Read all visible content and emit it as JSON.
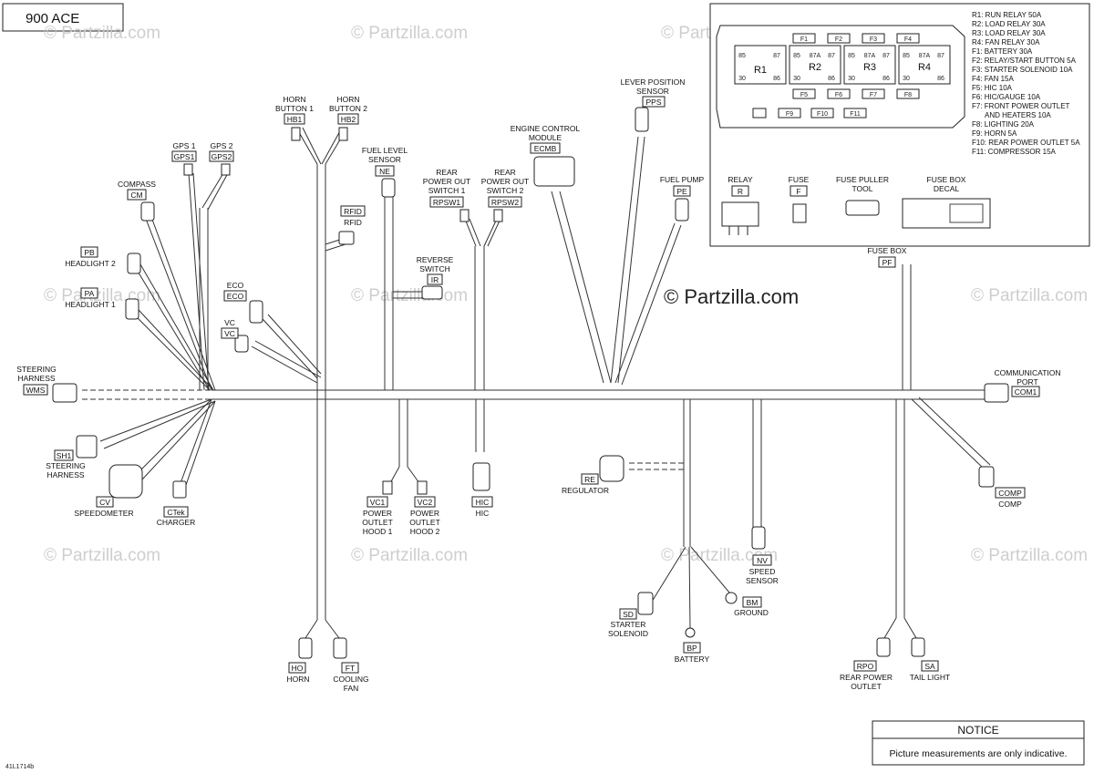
{
  "page": {
    "title": "900 ACE",
    "figure_ref": "41L1714b",
    "watermark": "© Partzilla.com",
    "copyright": "© Partzilla.com"
  },
  "fuse_box": {
    "relays": [
      "R1",
      "R2",
      "R3",
      "R4"
    ],
    "fuses_top": [
      "F1",
      "F2",
      "F3",
      "F4"
    ],
    "fuses_mid": [
      "F5",
      "F6",
      "F7",
      "F8"
    ],
    "fuses_bottom": [
      "F9",
      "F10",
      "F11"
    ],
    "pin_85": "85",
    "pin_87a": "87A",
    "pin_87": "87",
    "pin_30": "30",
    "pin_86": "86",
    "legend": [
      "R1: RUN RELAY 50A",
      "R2: LOAD RELAY 30A",
      "R3: LOAD RELAY 30A",
      "R4: FAN RELAY 30A",
      "F1: BATTERY 30A",
      "F2: RELAY/START BUTTON 5A",
      "F3: STARTER SOLENOID 10A",
      "F4: FAN 15A",
      "F5: HIC 10A",
      "F6: HIC/GAUGE 10A",
      "F7: FRONT POWER OUTLET",
      "AND HEATERS 10A",
      "F8: LIGHTING 20A",
      "F9: HORN 5A",
      "F10: REAR POWER OUTLET 5A",
      "F11: COMPRESSOR 15A"
    ],
    "parts": [
      {
        "label": "RELAY",
        "code": "R"
      },
      {
        "label": "FUSE",
        "code": "F"
      },
      {
        "label1": "FUSE PULLER",
        "label2": "TOOL"
      },
      {
        "label1": "FUSE BOX",
        "label2": "DECAL"
      }
    ]
  },
  "connectors": {
    "hb1": {
      "l1": "HORN",
      "l2": "BUTTON 1",
      "code": "HB1"
    },
    "hb2": {
      "l1": "HORN",
      "l2": "BUTTON 2",
      "code": "HB2"
    },
    "gps1": {
      "l1": "GPS 1",
      "code": "GPS1"
    },
    "gps2": {
      "l1": "GPS 2",
      "code": "GPS2"
    },
    "cm": {
      "l1": "COMPASS",
      "code": "CM"
    },
    "pb": {
      "code": "PB",
      "l1": "HEADLIGHT 2"
    },
    "pa": {
      "code": "PA",
      "l1": "HEADLIGHT 1"
    },
    "eco": {
      "l1": "ECO",
      "code": "ECO"
    },
    "vc": {
      "l1": "VC",
      "code": "VC"
    },
    "ne": {
      "l1": "FUEL LEVEL",
      "l2": "SENSOR",
      "code": "NE"
    },
    "rfid": {
      "code": "RFID",
      "l1": "RFID"
    },
    "rpsw1": {
      "l1": "REAR",
      "l2": "POWER OUT",
      "l3": "SWITCH 1",
      "code": "RPSW1"
    },
    "rpsw2": {
      "l1": "REAR",
      "l2": "POWER OUT",
      "l3": "SWITCH 2",
      "code": "RPSW2"
    },
    "ir": {
      "l1": "REVERSE",
      "l2": "SWITCH",
      "code": "IR"
    },
    "ecmb": {
      "l1": "ENGINE CONTROL",
      "l2": "MODULE",
      "code": "ECMB"
    },
    "pps": {
      "l1": "LEVER POSITION",
      "l2": "SENSOR",
      "code": "PPS"
    },
    "pe": {
      "l1": "FUEL PUMP",
      "code": "PE"
    },
    "pf": {
      "l1": "FUSE BOX",
      "code": "PF"
    },
    "wms": {
      "l1": "STEERING",
      "l2": "HARNESS",
      "code": "WMS"
    },
    "com1": {
      "l1": "COMMUNICATION",
      "l2": "PORT",
      "code": "COM1"
    },
    "sh1": {
      "code": "SH1",
      "l1": "STEERING",
      "l2": "HARNESS"
    },
    "cv": {
      "code": "CV",
      "l1": "SPEEDOMETER"
    },
    "ctek": {
      "code": "CTek",
      "l1": "CHARGER"
    },
    "vc1": {
      "code": "VC1",
      "l1": "POWER",
      "l2": "OUTLET",
      "l3": "HOOD 1"
    },
    "vc2": {
      "code": "VC2",
      "l1": "POWER",
      "l2": "OUTLET",
      "l3": "HOOD 2"
    },
    "hic": {
      "code": "HIC",
      "l1": "HIC"
    },
    "re": {
      "code": "RE",
      "l1": "REGULATOR"
    },
    "nv": {
      "code": "NV",
      "l1": "SPEED",
      "l2": "SENSOR"
    },
    "sd": {
      "code": "SD",
      "l1": "STARTER",
      "l2": "SOLENOID"
    },
    "bm": {
      "code": "BM",
      "l1": "GROUND"
    },
    "bp": {
      "code": "BP",
      "l1": "BATTERY"
    },
    "comp": {
      "code": "COMP",
      "l1": "COMP"
    },
    "rpo": {
      "code": "RPO",
      "l1": "REAR POWER",
      "l2": "OUTLET"
    },
    "sa": {
      "code": "SA",
      "l1": "TAIL LIGHT"
    },
    "ho": {
      "code": "HO",
      "l1": "HORN"
    },
    "ft": {
      "code": "FT",
      "l1": "COOLING",
      "l2": "FAN"
    }
  },
  "notice": {
    "heading": "NOTICE",
    "text": "Picture measurements are only indicative."
  }
}
